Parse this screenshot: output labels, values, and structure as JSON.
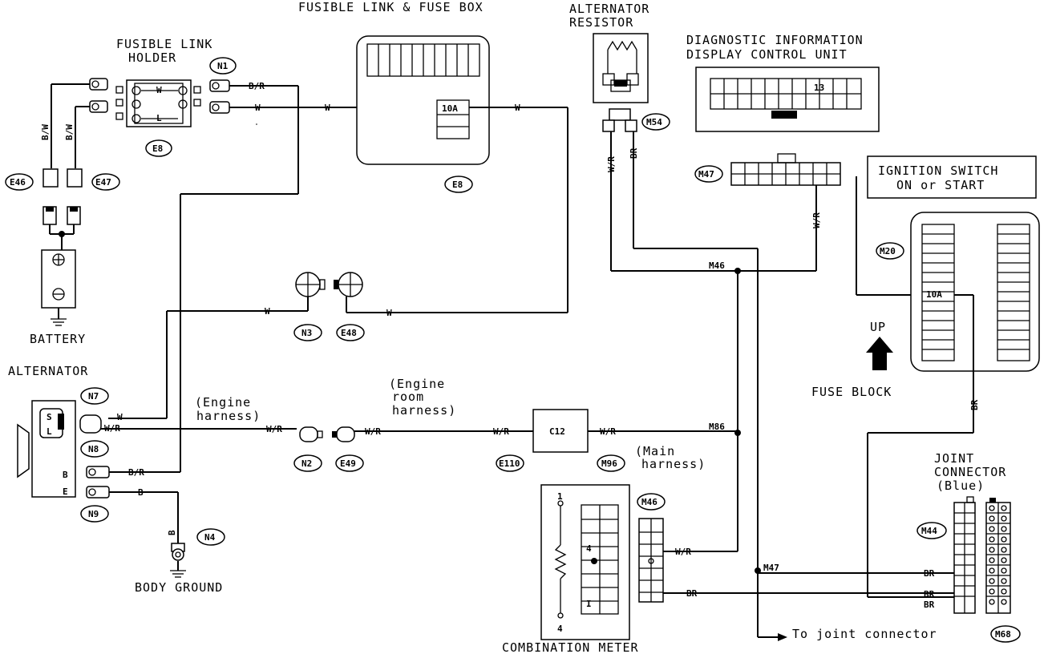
{
  "titles": {
    "fusible_link_fuse_box": "FUSIBLE LINK & FUSE BOX",
    "alternator_resistor_1": "ALTERNATOR",
    "alternator_resistor_2": "RESISTOR",
    "diag_unit_1": "DIAGNOSTIC INFORMATION",
    "diag_unit_2": "DISPLAY CONTROL UNIT",
    "fusible_link_holder_1": "FUSIBLE LINK",
    "fusible_link_holder_2": "HOLDER",
    "battery": "BATTERY",
    "alternator": "ALTERNATOR",
    "body_ground": "BODY GROUND",
    "combination_meter": "COMBINATION METER",
    "ignition_switch_1": "IGNITION SWITCH",
    "ignition_switch_2": "ON or START",
    "fuse_block": "FUSE BLOCK",
    "up": "UP",
    "joint_connector_1": "JOINT",
    "joint_connector_2": "CONNECTOR",
    "joint_connector_3": "(Blue)",
    "to_joint": "To joint connector",
    "engine_harness_1": "(Engine",
    "engine_harness_2": "harness)",
    "engine_room_1": "(Engine",
    "engine_room_2": "room",
    "engine_room_3": "harness)",
    "main_harness_1": "(Main",
    "main_harness_2": "harness)"
  },
  "connectors": {
    "n1": "N1",
    "e8a": "E8",
    "e8b": "E8",
    "e46": "E46",
    "e47": "E47",
    "n3": "N3",
    "e48": "E48",
    "n7": "N7",
    "n8": "N8",
    "n9": "N9",
    "n4": "N4",
    "n2": "N2",
    "e49": "E49",
    "e110": "E110",
    "m96": "M96",
    "m54": "M54",
    "m47": "M47",
    "m20": "M20",
    "m46": "M46",
    "m44": "M44",
    "m68": "M68"
  },
  "wires": {
    "br_1": "B/R",
    "w_1": "W",
    "w_2": "W",
    "w_3": "W",
    "bw_1": "B/W",
    "bw_2": "B/W",
    "w_4": "W",
    "w_5": "W",
    "w_6": "W",
    "wr_1": "W/R",
    "br_2": "B/R",
    "b_1": "B",
    "b_2": "B",
    "wr_2": "W/R",
    "wr_3": "W/R",
    "wr_4": "W/R",
    "wr_5": "W/R",
    "wr_6": "W/R",
    "br_3": "BR",
    "wr_7": "W/R",
    "br_4": "BR",
    "wr_8": "W/R",
    "br_5": "BR",
    "br_6": "BR",
    "br_7": "BR",
    "br_8": "BR"
  },
  "parts": {
    "fuse_10a_1": "10A",
    "fuse_10a_2": "10A",
    "c12": "C12",
    "pin_13": "13",
    "splice_m46": "M46",
    "splice_m86": "M86",
    "splice_m47": "M47",
    "alt_s": "S",
    "alt_l": "L",
    "alt_b": "B",
    "alt_e": "E",
    "meter_pin_1": "1",
    "meter_pin_4": "4",
    "meter_cell_4": "4",
    "meter_cell_i": "I",
    "holder_w": "W",
    "holder_l": "L"
  }
}
